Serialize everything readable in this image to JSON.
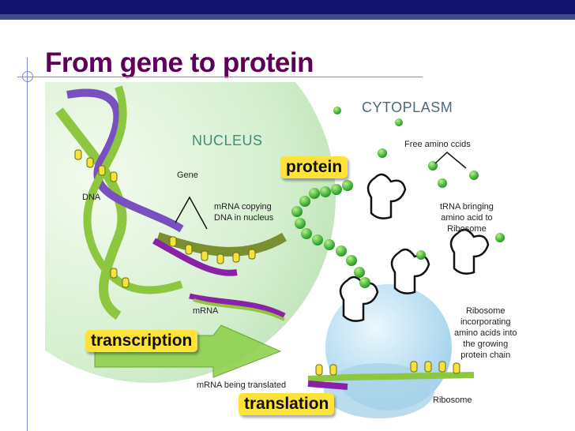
{
  "slide": {
    "title": "From gene to protein"
  },
  "diagram": {
    "regions": {
      "nucleus": "NUCLEUS",
      "cytoplasm": "CYTOPLASM"
    },
    "labels": {
      "gene": "Gene",
      "dna": "DNA",
      "mrna_copying": [
        "mRNA copying",
        "DNA in nucleus"
      ],
      "free_amino": "Free amino ccids",
      "trna": [
        "tRNA bringing",
        "amino acid to",
        "Ribosome"
      ],
      "ribosome_incorporating": [
        "Ribosome",
        "incorporating",
        "amino acids into",
        "the growing",
        "protein chain"
      ],
      "mrna": "mRNA",
      "mrna_translated": "mRNA being translated",
      "ribosome": "Ribosome"
    },
    "callouts": {
      "protein": "protein",
      "transcription": "transcription",
      "translation": "translation"
    },
    "colors": {
      "title": "#5e0057",
      "callout": "#ffe23a",
      "nucleus": "#cdebc8",
      "ribosome": "#bfe2f5"
    }
  }
}
